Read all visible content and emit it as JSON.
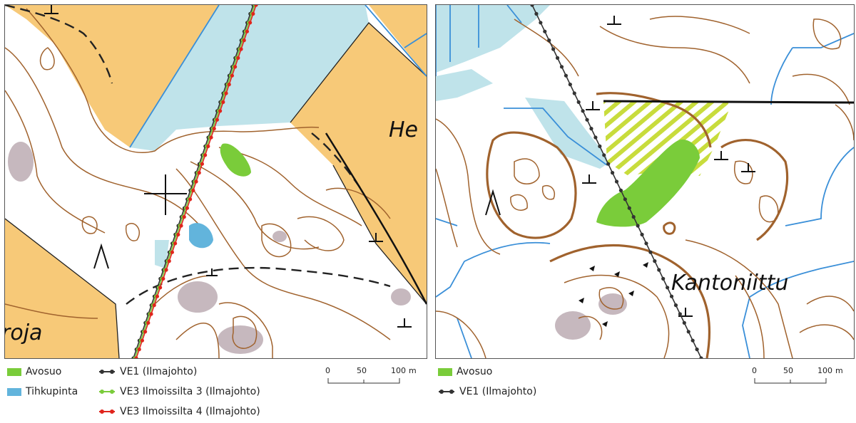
{
  "colors": {
    "field": "#f7c978",
    "water": "#bfe3ea",
    "contour": "#a0622d",
    "open_bog": "#7acc3a",
    "seep": "#62b4dc",
    "stream": "#3a8fd8",
    "rock": "#c6b8be",
    "hatch": "#c8dc3c",
    "ve1": "#333333",
    "ve3_3": "#7acc3a",
    "ve3_4": "#e0241c"
  },
  "left_map": {
    "place_labels": [
      "He",
      "roja"
    ],
    "legend": {
      "avosuo": "Avosuo",
      "tihkupinta": "Tihkupinta",
      "ve1": "VE1 (Ilmajohto)",
      "ve3_3": "VE3 Ilmoissilta 3 (Ilmajohto)",
      "ve3_4": "VE3 Ilmoissilta 4 (Ilmajohto)"
    },
    "scale": {
      "ticks": [
        "0",
        "50",
        "100"
      ],
      "unit": "m"
    }
  },
  "right_map": {
    "place_labels": [
      "Kantoniittu"
    ],
    "legend": {
      "avosuo": "Avosuo",
      "ve1": "VE1 (Ilmajohto)"
    },
    "scale": {
      "ticks": [
        "0",
        "50",
        "100"
      ],
      "unit": "m"
    }
  }
}
